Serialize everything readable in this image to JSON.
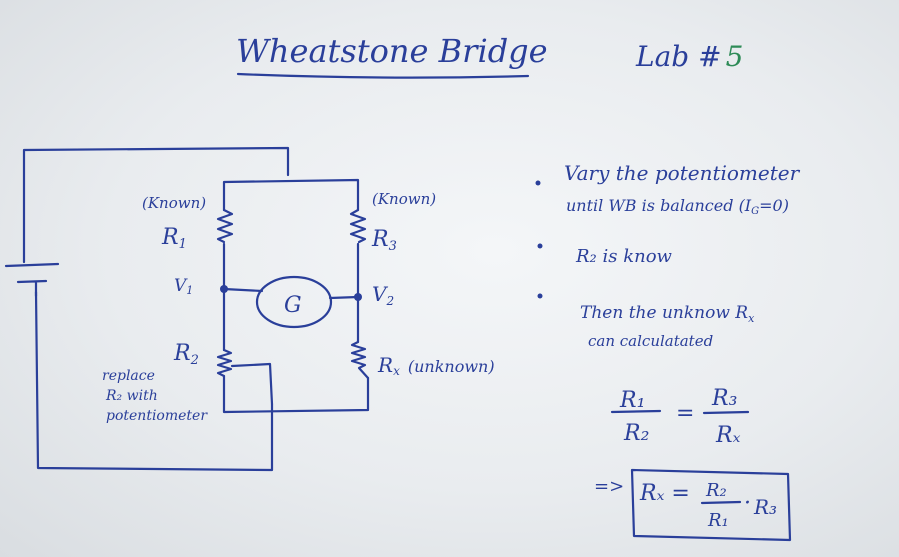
{
  "header": {
    "title": "Wheatstone Bridge",
    "lab_label": "Lab #",
    "lab_number": "5"
  },
  "circuit": {
    "r1_known": "(Known)",
    "r1": "R",
    "r1_sub": "1",
    "r3_known": "(Known)",
    "r3": "R",
    "r3_sub": "3",
    "v1": "V",
    "v1_sub": "1",
    "v2": "V",
    "v2_sub": "2",
    "galvanometer": "G",
    "r2": "R",
    "r2_sub": "2",
    "rx": "R",
    "rx_sub": "x",
    "rx_unknown": "(unknown)",
    "replace_note": [
      "replace",
      "R₂ with",
      "potentiometer"
    ]
  },
  "notes": {
    "bullet1_line1": "Vary the potentiometer",
    "bullet1_line2": "until WB is balanced (I",
    "bullet1_sub": "G",
    "bullet1_end": "=0)",
    "bullet2": "R₂ is know",
    "bullet3_line1": "Then the unknow R",
    "bullet3_sub": "x",
    "bullet3_line2": "can calculatated"
  },
  "equation": {
    "frac1_num": "R₁",
    "frac1_den": "R₂",
    "equals": "=",
    "frac2_num": "R₃",
    "frac2_den": "Rₓ",
    "implies": "=>",
    "result_lhs": "Rₓ =",
    "result_num": "R₂",
    "result_den": "R₁",
    "result_dot": "·",
    "result_r3": "R₃"
  }
}
